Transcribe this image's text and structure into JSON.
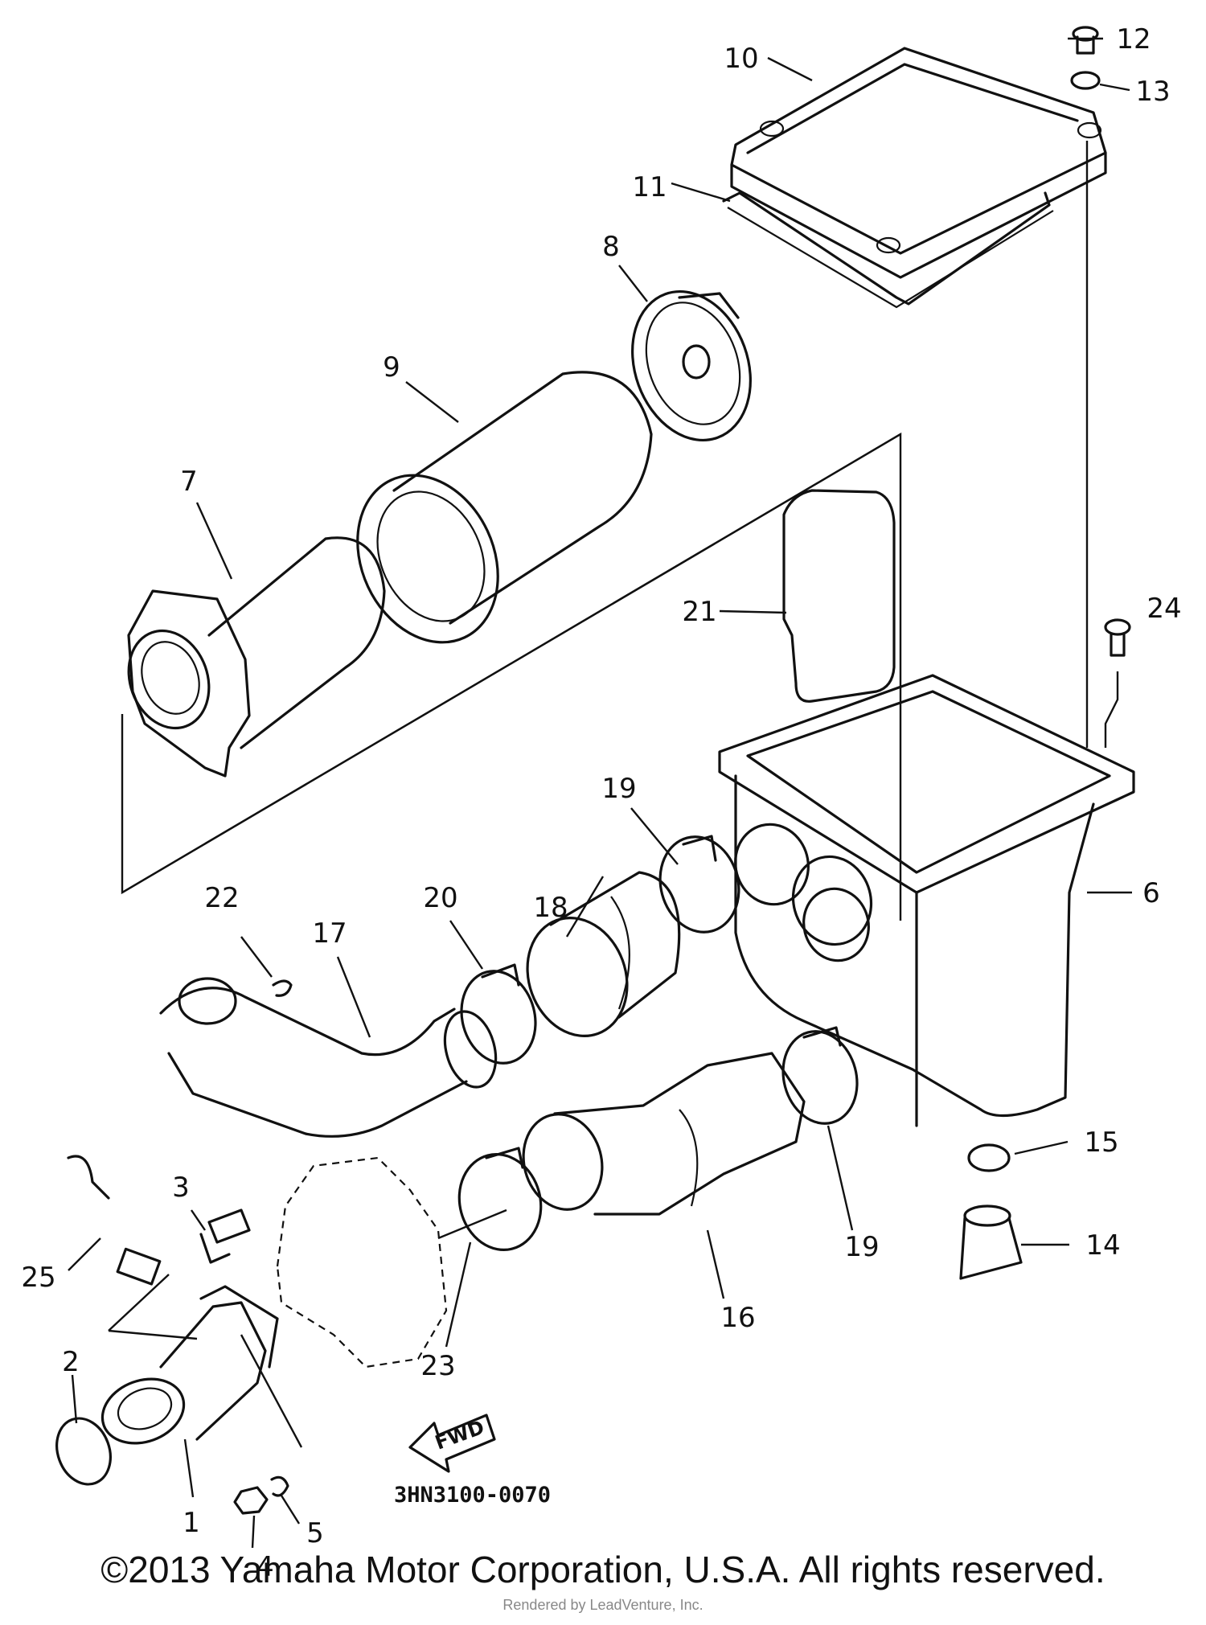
{
  "diagram": {
    "code": "3HN3100-0070",
    "fwd_label": "FWD",
    "callouts": {
      "c1": "1",
      "c2": "2",
      "c3": "3",
      "c4": "4",
      "c5": "5",
      "c6": "6",
      "c7": "7",
      "c8": "8",
      "c9": "9",
      "c10": "10",
      "c11": "11",
      "c12": "12",
      "c13": "13",
      "c14": "14",
      "c15": "15",
      "c16": "16",
      "c17": "17",
      "c18": "18",
      "c19a": "19",
      "c19b": "19",
      "c20": "20",
      "c21": "21",
      "c22": "22",
      "c23": "23",
      "c24": "24",
      "c25": "25"
    }
  },
  "footer": {
    "copyright": "©2013 Yamaha Motor Corporation, U.S.A. All rights reserved.",
    "rendered_by": "Rendered by LeadVenture, Inc."
  }
}
